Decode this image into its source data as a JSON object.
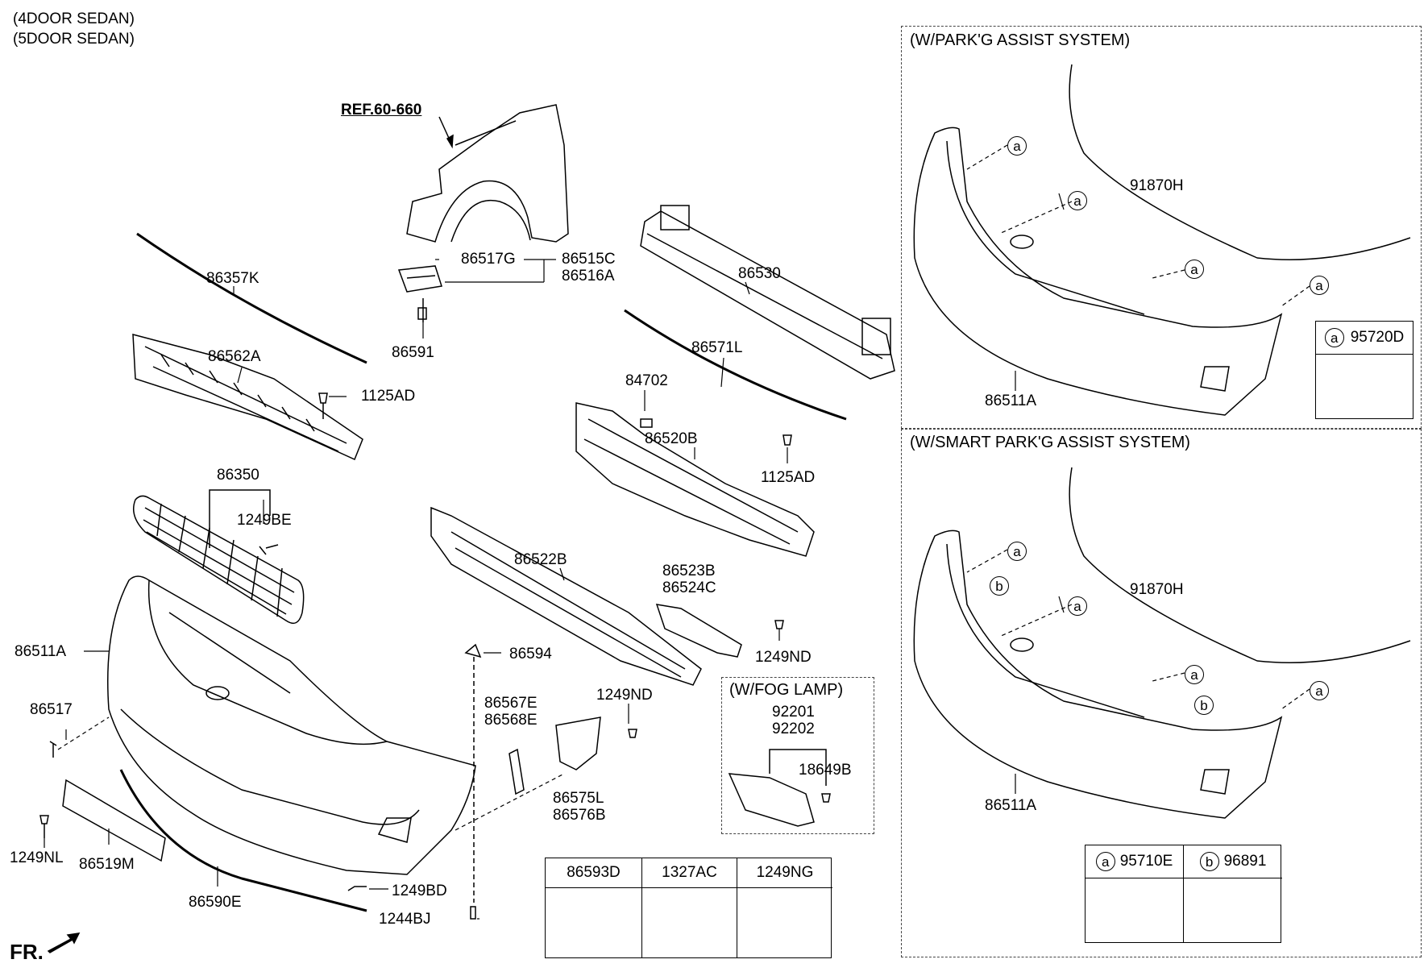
{
  "header": {
    "line1": "(4DOOR SEDAN)",
    "line2": "(5DOOR SEDAN)"
  },
  "ref_label": "REF.60-660",
  "front_marker": "FR.",
  "callouts": {
    "c86357K": "86357K",
    "c86562A": "86562A",
    "c1125AD_top": "1125AD",
    "c86350": "86350",
    "c1249BE": "1249BE",
    "c86511A": "86511A",
    "c86517": "86517",
    "c1249NL": "1249NL",
    "c86519M": "86519M",
    "c86590E": "86590E",
    "c1249BD": "1249BD",
    "c1244BJ": "1244BJ",
    "c86517G": "86517G",
    "c86515C": "86515C",
    "c86516A": "86516A",
    "c86591": "86591",
    "c86530": "86530",
    "c86571L": "86571L",
    "c84702": "84702",
    "c86520B": "86520B",
    "c1125AD_bottom": "1125AD",
    "c86522B": "86522B",
    "c86523B": "86523B",
    "c86524C": "86524C",
    "c1249ND_right": "1249ND",
    "c86594": "86594",
    "c86567E": "86567E",
    "c86568E": "86568E",
    "c1249ND_mid": "1249ND",
    "c86575L": "86575L",
    "c86576B": "86576B"
  },
  "fog_box": {
    "title": "(W/FOG LAMP)",
    "p1": "92201",
    "p2": "92202",
    "p3": "18649B"
  },
  "bottom_table": {
    "cols": [
      "86593D",
      "1327AC",
      "1249NG"
    ]
  },
  "park_assist": {
    "title": "(W/PARK'G ASSIST SYSTEM)",
    "harness": "91870H",
    "bumper": "86511A",
    "legend_symbol": "a",
    "legend_part": "95720D",
    "markers": [
      "a",
      "a",
      "a",
      "a"
    ]
  },
  "smart_park": {
    "title": "(W/SMART PARK'G ASSIST SYSTEM)",
    "harness": "91870H",
    "bumper": "86511A",
    "legend": [
      {
        "symbol": "a",
        "part": "95710E"
      },
      {
        "symbol": "b",
        "part": "96891"
      }
    ],
    "markers": [
      "a",
      "b",
      "a",
      "a",
      "b",
      "a"
    ]
  }
}
